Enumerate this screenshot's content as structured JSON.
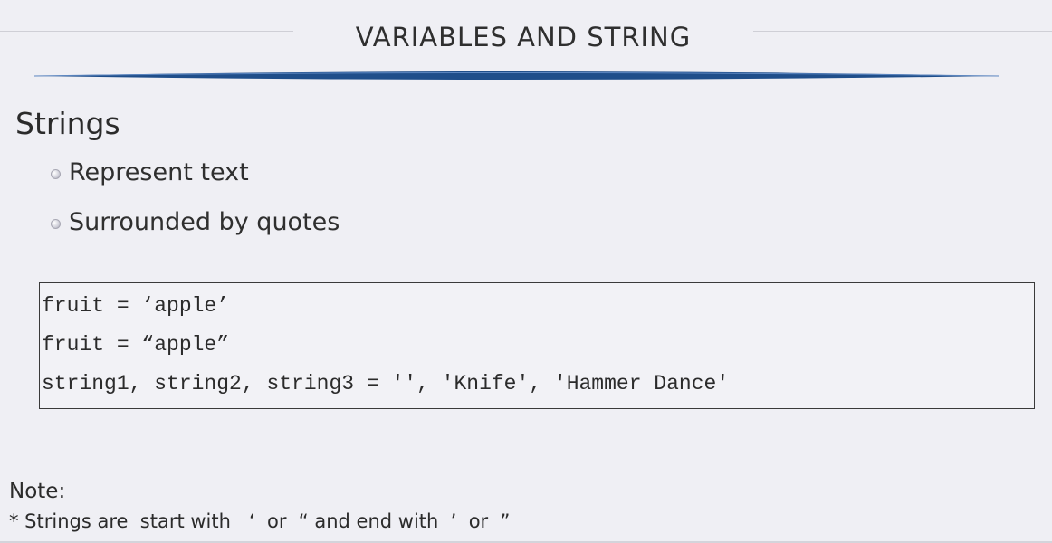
{
  "slide": {
    "title": "VARIABLES AND STRING",
    "heading": "Strings",
    "bullets": [
      "Represent text",
      "Surrounded by quotes"
    ],
    "code_lines": [
      "fruit = ‘apple’",
      "fruit = “apple”",
      "string1, string2, string3 = '', 'Knife', 'Hammer Dance'"
    ],
    "note_label": "Note:",
    "note_text": "* Strings are  start with   ‘  or  “ and end with  ’  or  ”"
  },
  "colors": {
    "background": "#efeff4",
    "title_rule": "#1f4e8a",
    "text": "#2b2b2b"
  }
}
